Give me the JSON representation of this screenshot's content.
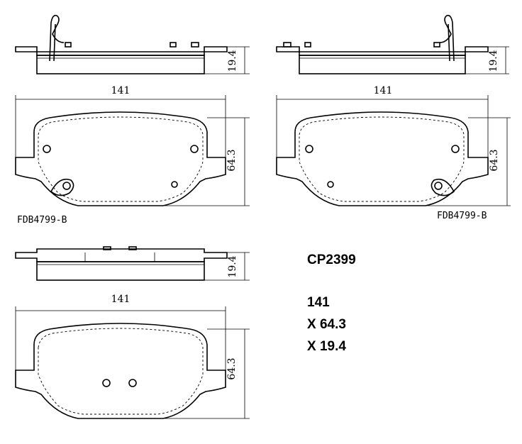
{
  "dimensions": {
    "width_top_left": "141",
    "width_top_right": "141",
    "width_bottom": "141",
    "height_top_left": "64.3",
    "height_top_right": "64.3",
    "height_bottom": "64.3",
    "thickness_top_left": "19.4",
    "thickness_top_right": "19.4",
    "thickness_bottom": "19.4"
  },
  "labels": {
    "part_left": "FDB4799-B",
    "part_right": "FDB4799-B"
  },
  "spec": {
    "code": "CP2399",
    "width": "141",
    "height": "X 64.3",
    "thickness": "X 19.4"
  }
}
